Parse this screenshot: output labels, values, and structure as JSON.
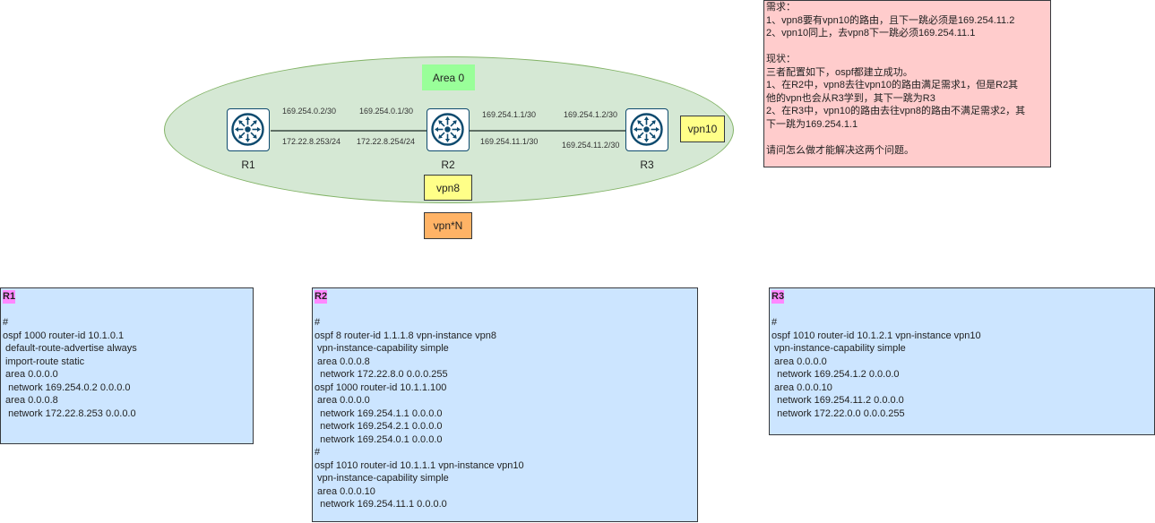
{
  "diagram": {
    "area_label": "Area 0",
    "routers": [
      {
        "name": "R1"
      },
      {
        "name": "R2"
      },
      {
        "name": "R3"
      }
    ],
    "links": [
      {
        "from": "R1",
        "to": "R2",
        "labels": {
          "from_top": "169.254.0.2/30",
          "to_top": "169.254.0.1/30",
          "from_bottom": "172.22.8.253/24",
          "to_bottom": "172.22.8.254/24"
        }
      },
      {
        "from": "R2",
        "to": "R3",
        "labels": {
          "from_top": "169.254.1.1/30",
          "to_top": "169.254.1.2/30",
          "from_bottom": "169.254.11.1/30",
          "to_bottom": "169.254.11.2/30"
        }
      }
    ],
    "tags": {
      "vpn8": "vpn8",
      "vpnN": "vpn*N",
      "vpn10": "vpn10"
    },
    "colors": {
      "area_fill": "#d5e8d4",
      "area_stroke": "#82b366",
      "router_stroke": "#0e4a6e",
      "note_fill": "#ffcccc",
      "config_fill": "#cce5ff",
      "title_highlight": "#ff88ff"
    }
  },
  "note": {
    "lines": [
      "需求：",
      "1、vpn8要有vpn10的路由，且下一跳必须是169.254.11.2",
      "2、vpn10同上，去vpn8下一跳必须169.254.11.1",
      "",
      "现状：",
      "三者配置如下，ospf都建立成功。",
      "1、在R2中，vpn8去往vpn10的路由满足需求1，但是R2其",
      "他的vpn也会从R3学到，其下一跳为R3",
      "2、在R3中，vpn10的路由去往vpn8的路由不满足需求2，其",
      "下一跳为169.254.1.1",
      "",
      "请问怎么做才能解决这两个问题。"
    ]
  },
  "configs": {
    "r1": {
      "title": "R1",
      "lines": [
        "",
        "#",
        "ospf 1000 router-id 10.1.0.1",
        " default-route-advertise always",
        " import-route static",
        " area 0.0.0.0",
        "  network 169.254.0.2 0.0.0.0",
        " area 0.0.0.8",
        "  network 172.22.8.253 0.0.0.0"
      ]
    },
    "r2": {
      "title": "R2",
      "lines": [
        "",
        "#",
        "ospf 8 router-id 1.1.1.8 vpn-instance vpn8",
        " vpn-instance-capability simple",
        " area 0.0.0.8",
        "  network 172.22.8.0 0.0.0.255",
        "ospf 1000 router-id 10.1.1.100",
        " area 0.0.0.0",
        "  network 169.254.1.1 0.0.0.0",
        "  network 169.254.2.1 0.0.0.0",
        "  network 169.254.0.1 0.0.0.0",
        "#",
        "ospf 1010 router-id 10.1.1.1 vpn-instance vpn10",
        " vpn-instance-capability simple",
        " area 0.0.0.10",
        "  network 169.254.11.1 0.0.0.0"
      ]
    },
    "r3": {
      "title": "R3",
      "lines": [
        "",
        "#",
        "ospf 1010 router-id 10.1.2.1 vpn-instance vpn10",
        " vpn-instance-capability simple",
        " area 0.0.0.0",
        "  network 169.254.1.2 0.0.0.0",
        " area 0.0.0.10",
        "  network 169.254.11.2 0.0.0.0",
        "  network 172.22.0.0 0.0.0.255"
      ]
    }
  }
}
